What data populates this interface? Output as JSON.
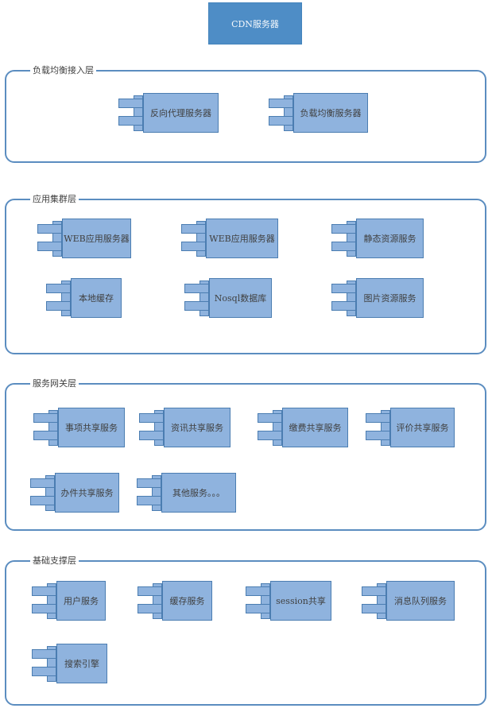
{
  "page": {
    "background": "#ffffff"
  },
  "styles": {
    "component_fill": "#8fb3de",
    "component_border": "#4b7db1",
    "container_border": "#5b8dc0",
    "cdn_fill": "#4e8dc6",
    "text_color": "#404040",
    "cdn_text_color": "#f4f8fc"
  },
  "cdn_box": {
    "label": "CDN服务器"
  },
  "layers": [
    {
      "label": "负载均衡接入层",
      "components": [
        {
          "label": "反向代理服务器"
        },
        {
          "label": "负载均衡服务器"
        }
      ]
    },
    {
      "label": "应用集群层",
      "components": [
        {
          "label": "WEB应用服务器"
        },
        {
          "label": "WEB应用服务器"
        },
        {
          "label": "静态资源服务"
        },
        {
          "label": "本地缓存"
        },
        {
          "label": "Nosql数据库"
        },
        {
          "label": "图片资源服务"
        }
      ]
    },
    {
      "label": "服务网关层",
      "components": [
        {
          "label": "事项共享服务"
        },
        {
          "label": "资讯共享服务"
        },
        {
          "label": "缴费共享服务"
        },
        {
          "label": "评价共享服务"
        },
        {
          "label": "办件共享服务"
        },
        {
          "label": "其他服务。。。"
        }
      ]
    },
    {
      "label": "基础支撑层",
      "components": [
        {
          "label": "用户服务"
        },
        {
          "label": "缓存服务"
        },
        {
          "label": "session共享"
        },
        {
          "label": "消息队列服务"
        },
        {
          "label": "搜索引擎"
        }
      ]
    }
  ]
}
